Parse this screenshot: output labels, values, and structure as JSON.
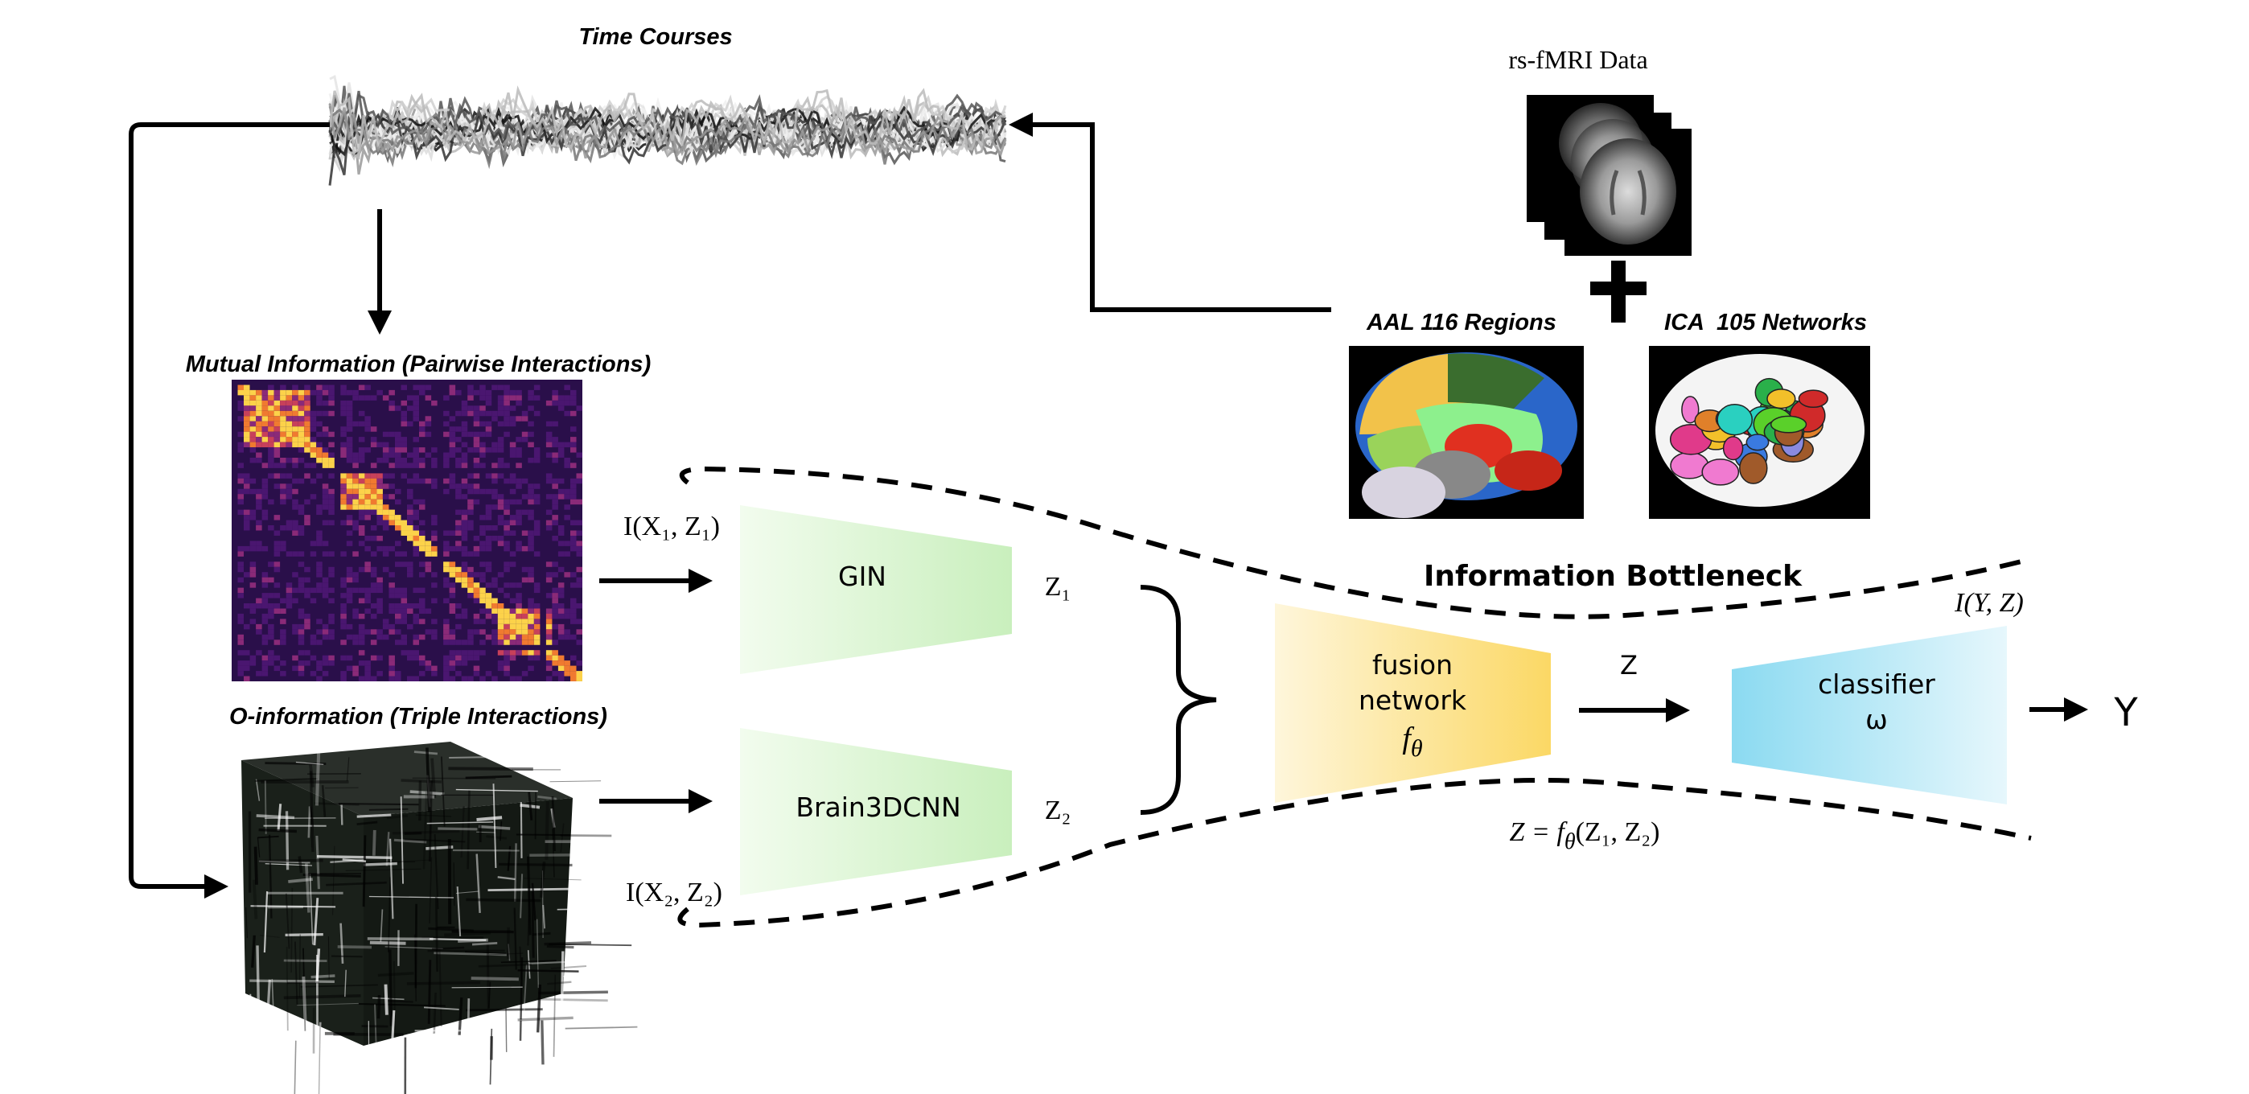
{
  "titles": {
    "time_courses": "Time Courses",
    "rsfmri": "rs-fMRI Data",
    "aal": "AAL 116 Regions",
    "ica": "ICA  105 Networks",
    "mutual_info": "Mutual Information (Pairwise Interactions)",
    "o_info": "O-information (Triple Interactions)",
    "bottleneck": "Information Bottleneck"
  },
  "blocks": {
    "gin": "GIN",
    "brain3dcnn": "Brain3DCNN",
    "fusion_line1": "fusion",
    "fusion_line2": "network",
    "fusion_symbol": "f",
    "fusion_subscript": "θ",
    "classifier_line1": "classifier",
    "classifier_line2": "ω"
  },
  "labels": {
    "mi_x1": "I(X₁, Z₁)",
    "mi_x2": "I(X₂, Z₂)",
    "z1": "Z₁",
    "z2": "Z₂",
    "z": "Z",
    "iyz": "I(Y, Z)",
    "output": "Y",
    "fusion_eq_left": "Z = f",
    "fusion_eq_sub": "θ",
    "fusion_eq_right": "(Z₁, Z₂)"
  },
  "colors": {
    "gin_block": "#d9f5d0",
    "fusion_block": "#fde08a",
    "classifier_block": "#8fdcf2",
    "matrix_base": "#2a0f4a",
    "matrix_hot": "#f7a13a",
    "cube": "#101510",
    "arrow": "#000000"
  }
}
